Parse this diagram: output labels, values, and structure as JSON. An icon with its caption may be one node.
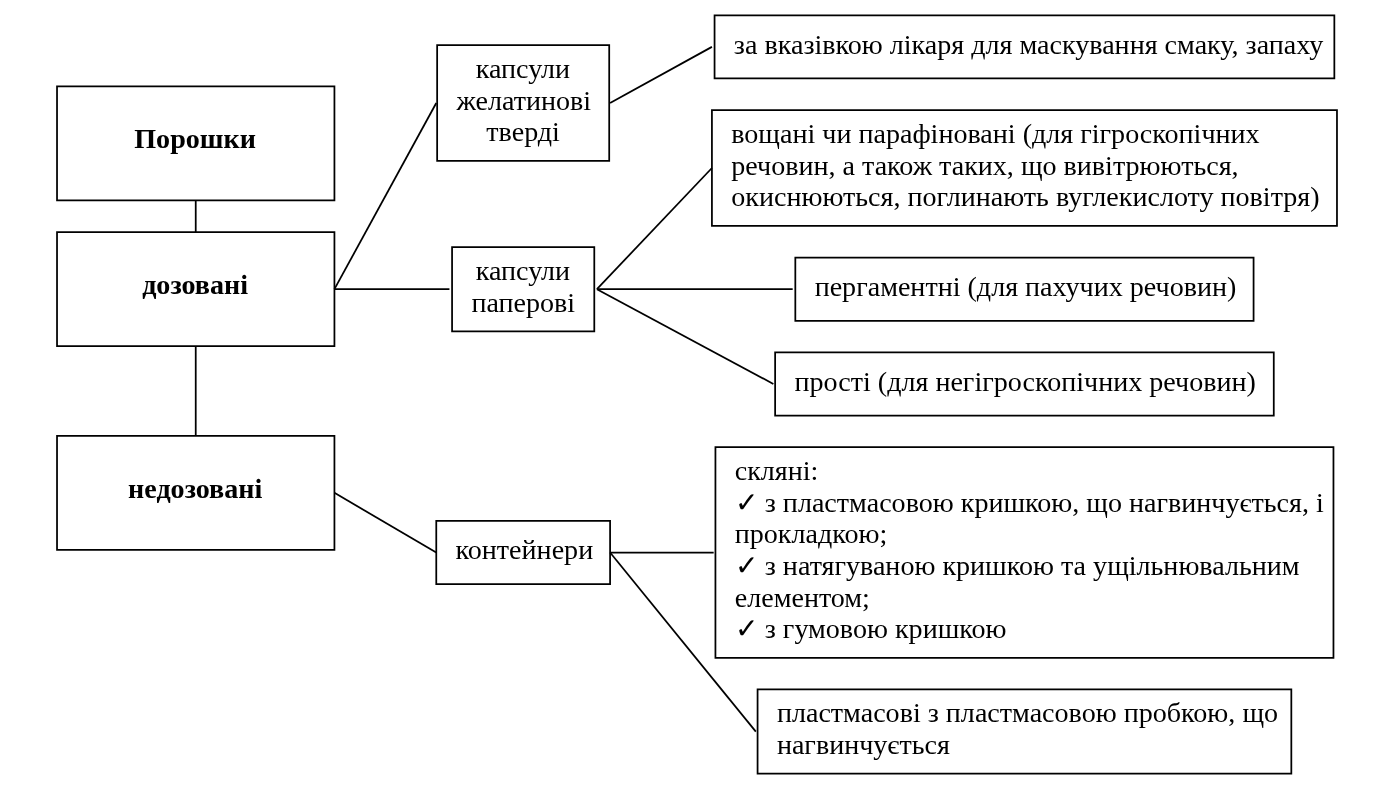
{
  "diagram": {
    "nodes": [
      {
        "text": [
          "Порошки"
        ]
      },
      {
        "text": [
          "дозовані"
        ]
      },
      {
        "text": [
          "недозовані"
        ]
      },
      {
        "text": [
          "капсули желатинові тверді"
        ]
      },
      {
        "text": [
          "капсули паперові"
        ]
      },
      {
        "text": [
          "контейнери"
        ]
      },
      {
        "text": [
          "за вказівкою лікаря для маскування смаку, запаху"
        ]
      },
      {
        "text": [
          "вощані чи парафіновані (для гігроскопічних речовин, а також таких, що вивітрюються, окиснюються, поглинають вуглекислоту повітря)"
        ]
      },
      {
        "text": [
          "пергаментні (для пахучих речовин)"
        ]
      },
      {
        "text": [
          "прості (для негігроскопічних речовин)"
        ]
      },
      {
        "text": [
          "скляні:",
          "✓ з пластмасовою кришкою, що нагвинчується, і прокладкою;",
          "✓ з натягуваною кришкою та ущільнювальним елементом;",
          "✓ з гумовою кришкою"
        ]
      },
      {
        "text": [
          "пластмасові з пластмасовою пробкою, що нагвинчується"
        ]
      }
    ],
    "edges": [
      {
        "from": 0,
        "to": 1,
        "arrow": "none"
      },
      {
        "from": 1,
        "to": 2,
        "arrow": "none"
      },
      {
        "from": 1,
        "to": 3,
        "arrow": "none"
      },
      {
        "from": 1,
        "to": 4,
        "arrow": "none"
      },
      {
        "from": 2,
        "to": 5,
        "arrow": "none"
      },
      {
        "from": 3,
        "to": 6,
        "arrow": "none"
      },
      {
        "from": 4,
        "to": 7,
        "arrow": "none"
      },
      {
        "from": 4,
        "to": 8,
        "arrow": "none"
      },
      {
        "from": 4,
        "to": 9,
        "arrow": "none"
      },
      {
        "from": 5,
        "to": 10,
        "arrow": "none"
      },
      {
        "from": 5,
        "to": 11,
        "arrow": "none"
      }
    ]
  }
}
